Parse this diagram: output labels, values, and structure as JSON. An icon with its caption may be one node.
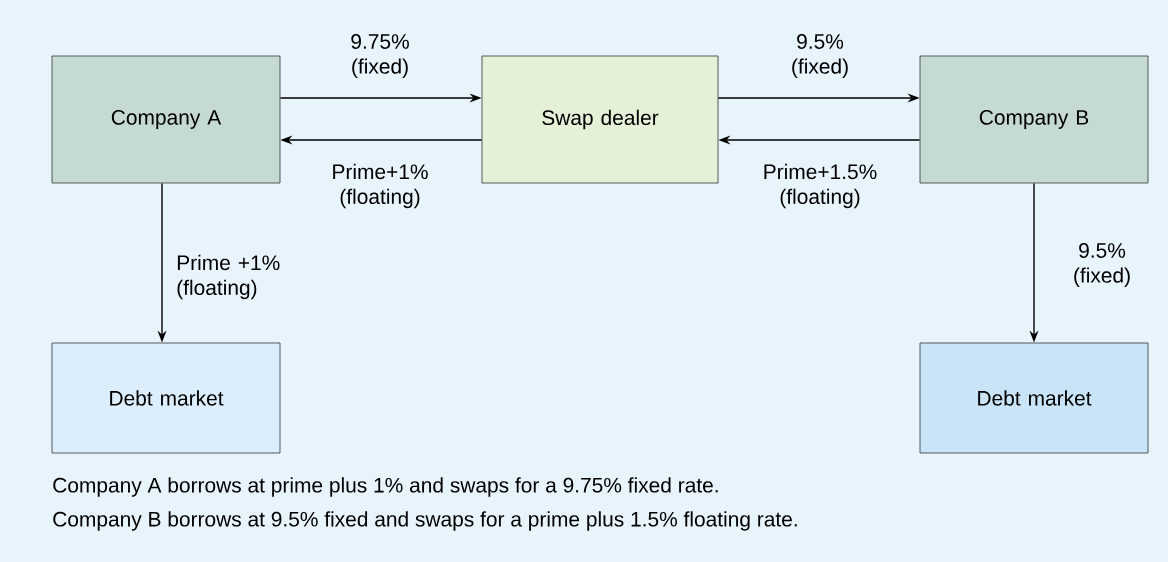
{
  "diagram": {
    "nodes": [
      {
        "text": [
          "Company A"
        ]
      },
      {
        "text": [
          "Swap dealer"
        ]
      },
      {
        "text": [
          "Company B"
        ]
      },
      {
        "text": [
          "Debt market"
        ]
      },
      {
        "text": [
          "Debt market"
        ]
      }
    ],
    "edges": [
      {
        "from": 0,
        "to": 1,
        "arrow": "to",
        "label": "9.75% (fixed)"
      },
      {
        "from": 1,
        "to": 0,
        "arrow": "to",
        "label": "Prime+1% (floating)"
      },
      {
        "from": 1,
        "to": 2,
        "arrow": "to",
        "label": "9.5% (fixed)"
      },
      {
        "from": 2,
        "to": 1,
        "arrow": "to",
        "label": "Prime+1.5% (floating)"
      },
      {
        "from": 0,
        "to": 3,
        "arrow": "to",
        "label": "Prime +1% (floating)"
      },
      {
        "from": 2,
        "to": 4,
        "arrow": "to",
        "label": "9.5% (fixed)"
      }
    ],
    "labels": [
      "Company A borrows at prime plus 1% and swaps for a 9.75% fixed rate.",
      "Company B borrows at 9.5% fixed and swaps for a prime plus 1.5% floating rate."
    ]
  }
}
